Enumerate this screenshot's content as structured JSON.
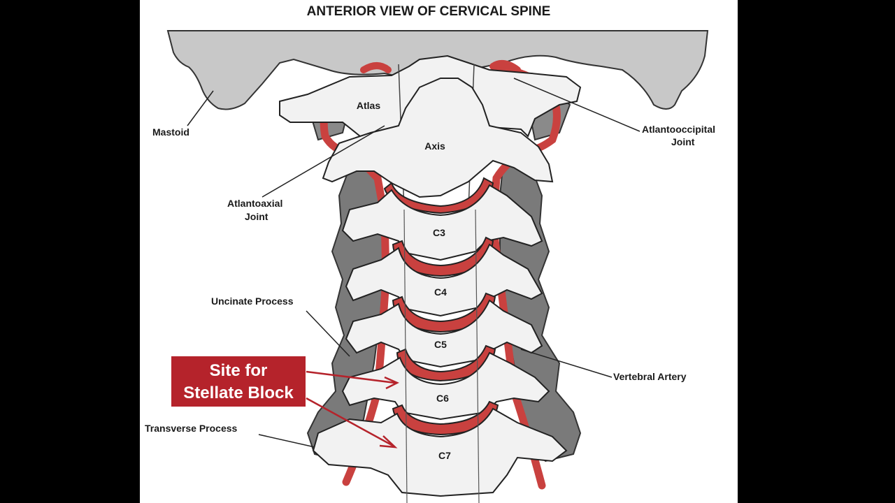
{
  "title": "ANTERIOR VIEW OF CERVICAL SPINE",
  "labels": {
    "mastoid": "Mastoid",
    "atlantooccipital_line1": "Atlantooccipital",
    "atlantooccipital_line2": "Joint",
    "atlantoaxial_line1": "Atlantoaxial",
    "atlantoaxial_line2": "Joint",
    "uncinate": "Uncinate Process",
    "vertebral_artery": "Vertebral Artery",
    "transverse": "Transverse Process"
  },
  "vertebrae": {
    "atlas": "Atlas",
    "axis": "Axis",
    "c3": "C3",
    "c4": "C4",
    "c5": "C5",
    "c6": "C6",
    "c7": "C7"
  },
  "callout": {
    "line1": "Site for",
    "line2": "Stellate Block",
    "bg_color": "#b5232b"
  },
  "colors": {
    "bone": "#f2f2f2",
    "skull": "#c8c8c8",
    "shadow": "#7a7a7a",
    "artery": "#c9413f",
    "outline": "#222222"
  }
}
